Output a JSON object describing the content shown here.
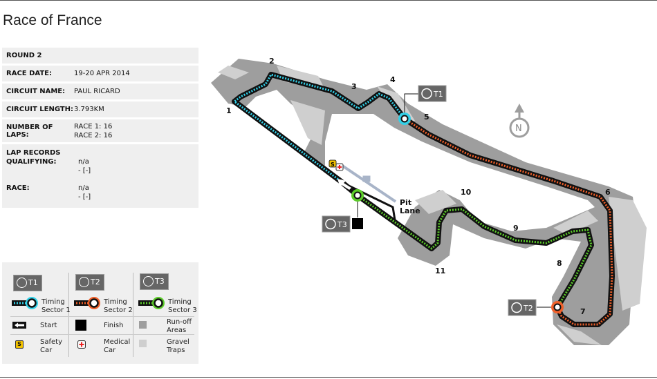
{
  "title": "Race of France",
  "info": {
    "round": "ROUND 2",
    "rows": [
      {
        "label": "RACE DATE:",
        "value": "19-20 APR 2014"
      },
      {
        "label": "CIRCUIT NAME:",
        "value": "PAUL RICARD"
      },
      {
        "label": "CIRCUIT LENGTH:",
        "value": "3.793KM"
      },
      {
        "label": "NUMBER OF LAPS:",
        "value": "RACE 1:   16\nRACE 2:   16"
      }
    ],
    "lap_records": {
      "heading": "LAP RECORDS",
      "qualifying_label": "QUALIFYING:",
      "qualifying_value": "n/a\n- [-]",
      "race_label": "RACE:",
      "race_value": "n/a\n- [-]"
    }
  },
  "legend": {
    "t1": "T1",
    "t2": "T2",
    "t3": "T3",
    "sector1": "Timing\nSector 1",
    "sector2": "Timing\nSector 2",
    "sector3": "Timing\nSector 3",
    "start": "Start",
    "finish": "Finish",
    "runoff": "Run-off\nAreas",
    "safety": "Safety\nCar",
    "medical": "Medical\nCar",
    "gravel": "Gravel\nTraps",
    "safety_glyph": "S"
  },
  "map": {
    "corners": [
      "1",
      "2",
      "3",
      "4",
      "5",
      "6",
      "7",
      "8",
      "9",
      "10",
      "11"
    ],
    "pit_lane": [
      "Pit",
      "Lane"
    ],
    "north": "N",
    "t1": "T1",
    "t2": "T2",
    "t3": "T3"
  },
  "colors": {
    "sector1": "#33d0e8",
    "sector2": "#f0602a",
    "sector3": "#5ccc2a",
    "runoff": "#9e9e9e",
    "gravel": "#cfcfcf"
  }
}
